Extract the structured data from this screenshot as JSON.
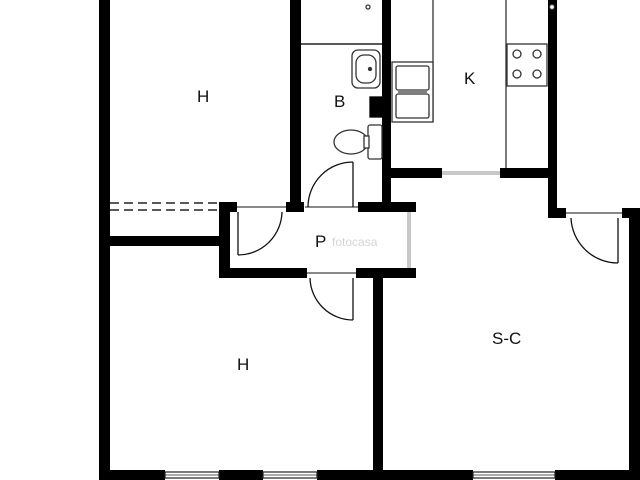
{
  "rooms": {
    "bedroom_top": "H",
    "bathroom": "B",
    "kitchen": "K",
    "hallway": "P",
    "living_dining": "S-C",
    "bedroom_bottom": "H"
  },
  "watermark": "fotocasa",
  "colors": {
    "wall": "#000000",
    "thin_line": "#222222",
    "window_glass": "#c8c8c8",
    "background": "#ffffff"
  }
}
